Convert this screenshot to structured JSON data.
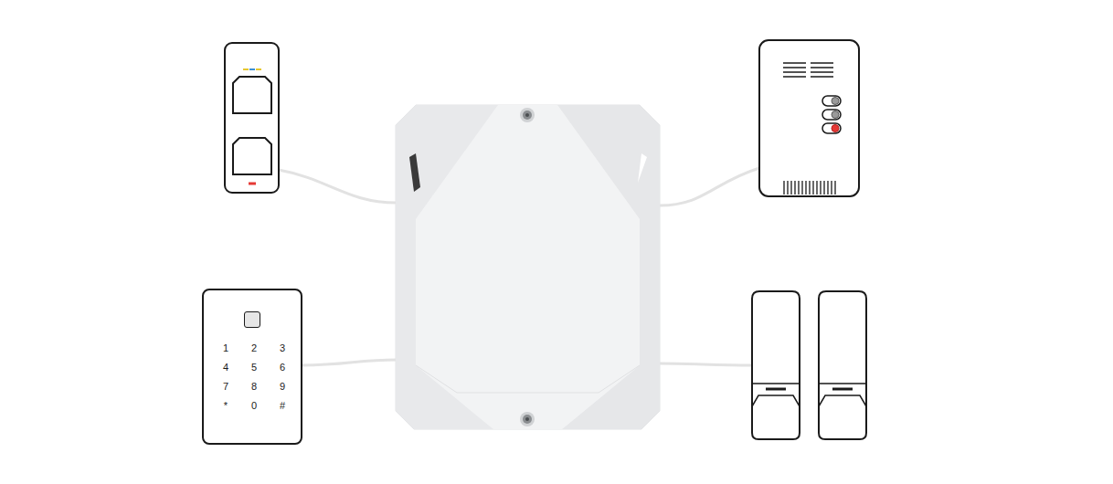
{
  "diagram": {
    "nodes": [
      {
        "text": [
          "1",
          "2",
          "3",
          "4",
          "5",
          "6",
          "7",
          "8",
          "9",
          "*",
          "0",
          "#"
        ]
      }
    ]
  }
}
